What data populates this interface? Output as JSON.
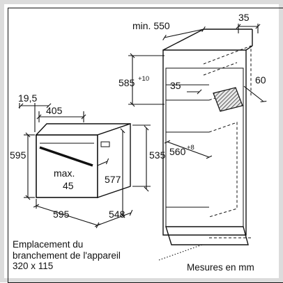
{
  "diagram": {
    "colors": {
      "line": "#111111",
      "frame": "#dcdcdc",
      "panel_fill": "#e9e9e9"
    },
    "oven": {
      "depth_left": "19,5",
      "top_depth": "405",
      "height_front": "595",
      "height_side": "535",
      "inner_height": "577",
      "width_front": "595",
      "depth_bottom": "548",
      "max_label": "max.",
      "max_value": "45"
    },
    "cabinet": {
      "min_width": "min. 550",
      "top_right": "35",
      "height_upper": "585",
      "height_upper_sup": "+10",
      "inner_35": "35",
      "vent_60": "60",
      "niche_width": "560",
      "niche_width_sup": "+8"
    },
    "notes": {
      "connection_line1": "Emplacement du",
      "connection_line2": "branchement de l'appareil",
      "connection_line3": "320 x 115",
      "units": "Mesures en mm"
    }
  }
}
